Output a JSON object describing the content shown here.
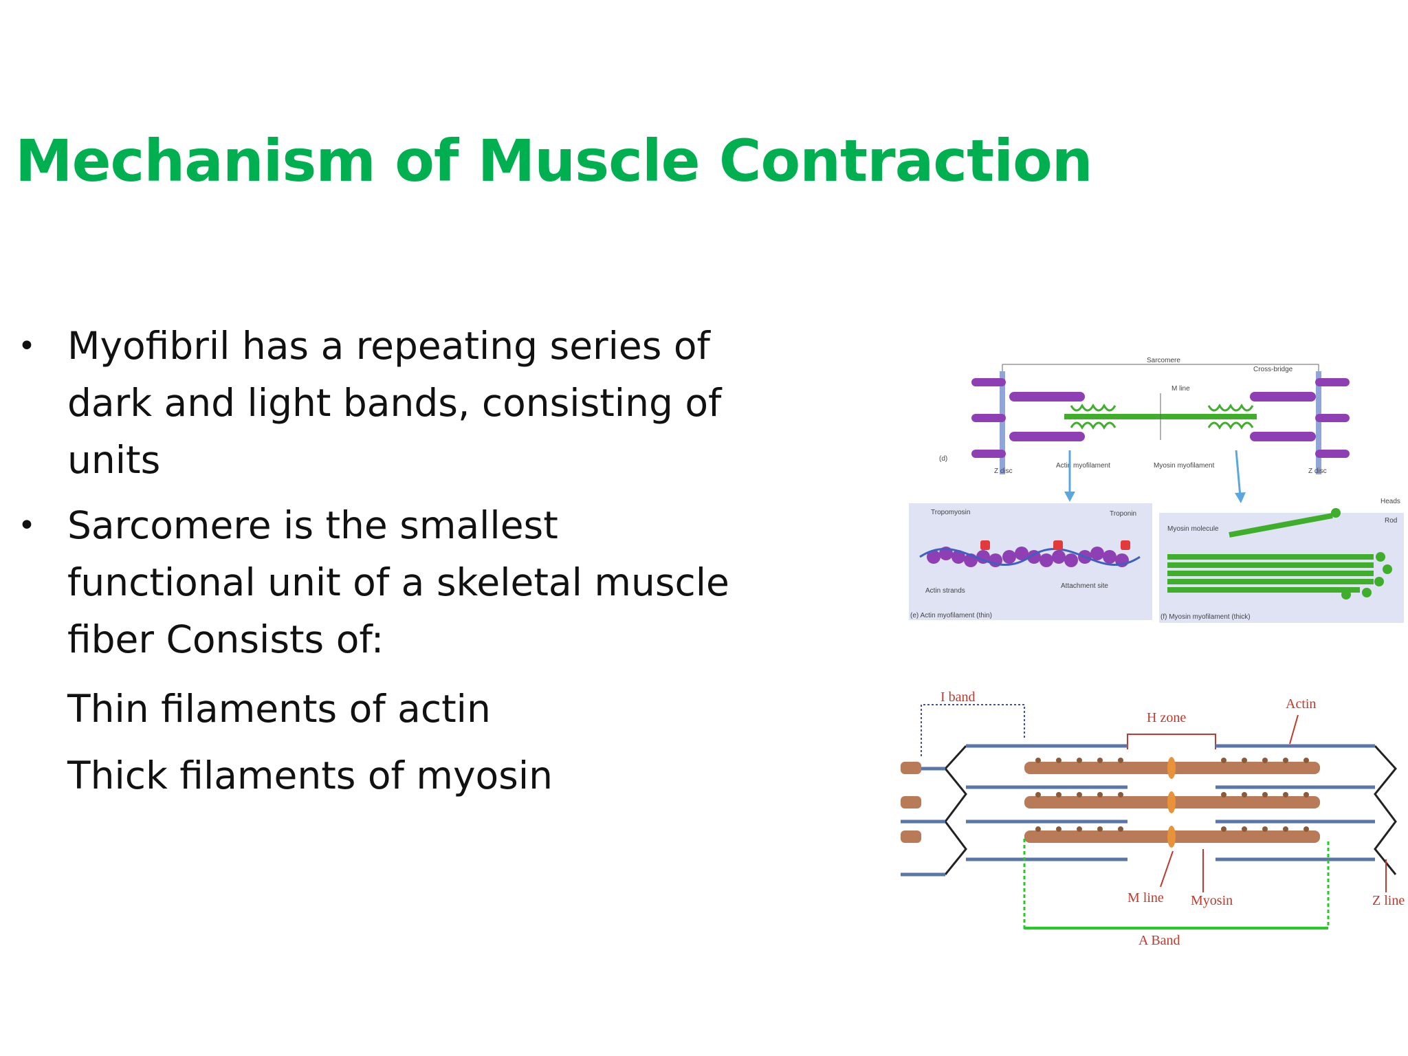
{
  "slide": {
    "title": "Mechanism of Muscle Contraction",
    "bullets": [
      {
        "text_lines": [
          "Myofibril has a repeating series of",
          "dark and light bands, consisting of",
          "units"
        ]
      },
      {
        "text_lines": [
          "Sarcomere is the smallest",
          "functional unit of a skeletal muscle",
          "fiber Consists of:"
        ]
      }
    ],
    "sub_items": [
      "Thin filaments of actin",
      "Thick filaments of myosin"
    ]
  },
  "figure_top": {
    "labels": {
      "sarcomere": "Sarcomere",
      "cross_bridge": "Cross-bridge",
      "m_line": "M line",
      "z_disc_left": "Z disc",
      "z_disc_right": "Z disc",
      "actin_myofilament": "Actin myofilament",
      "myosin_myofilament": "Myosin myofilament",
      "panel_d": "(d)",
      "tropomyosin": "Tropomyosin",
      "troponin": "Troponin",
      "actin_strands": "Actin strands",
      "attachment_site": "Attachment site",
      "caption_e": "(e) Actin myofilament (thin)",
      "myosin_molecule": "Myosin molecule",
      "heads": "Heads",
      "rod": "Rod",
      "caption_f": "(f) Myosin myofilament (thick)"
    }
  },
  "figure_bottom": {
    "labels": {
      "i_band": "I band",
      "h_zone": "H zone",
      "actin": "Actin",
      "m_line": "M line",
      "myosin": "Myosin",
      "z_line": "Z line",
      "a_band": "A Band"
    }
  },
  "colors": {
    "title": "#00b050",
    "text": "#111111",
    "actin_purple": "#8e3fb3",
    "myosin_green": "#3fae2a",
    "panel_bg": "#dfe3f3",
    "myosin_brown": "#b97a57",
    "actin_blue": "#5a76a8",
    "label_red": "#c0392b",
    "a_band_green": "#22cc22"
  }
}
